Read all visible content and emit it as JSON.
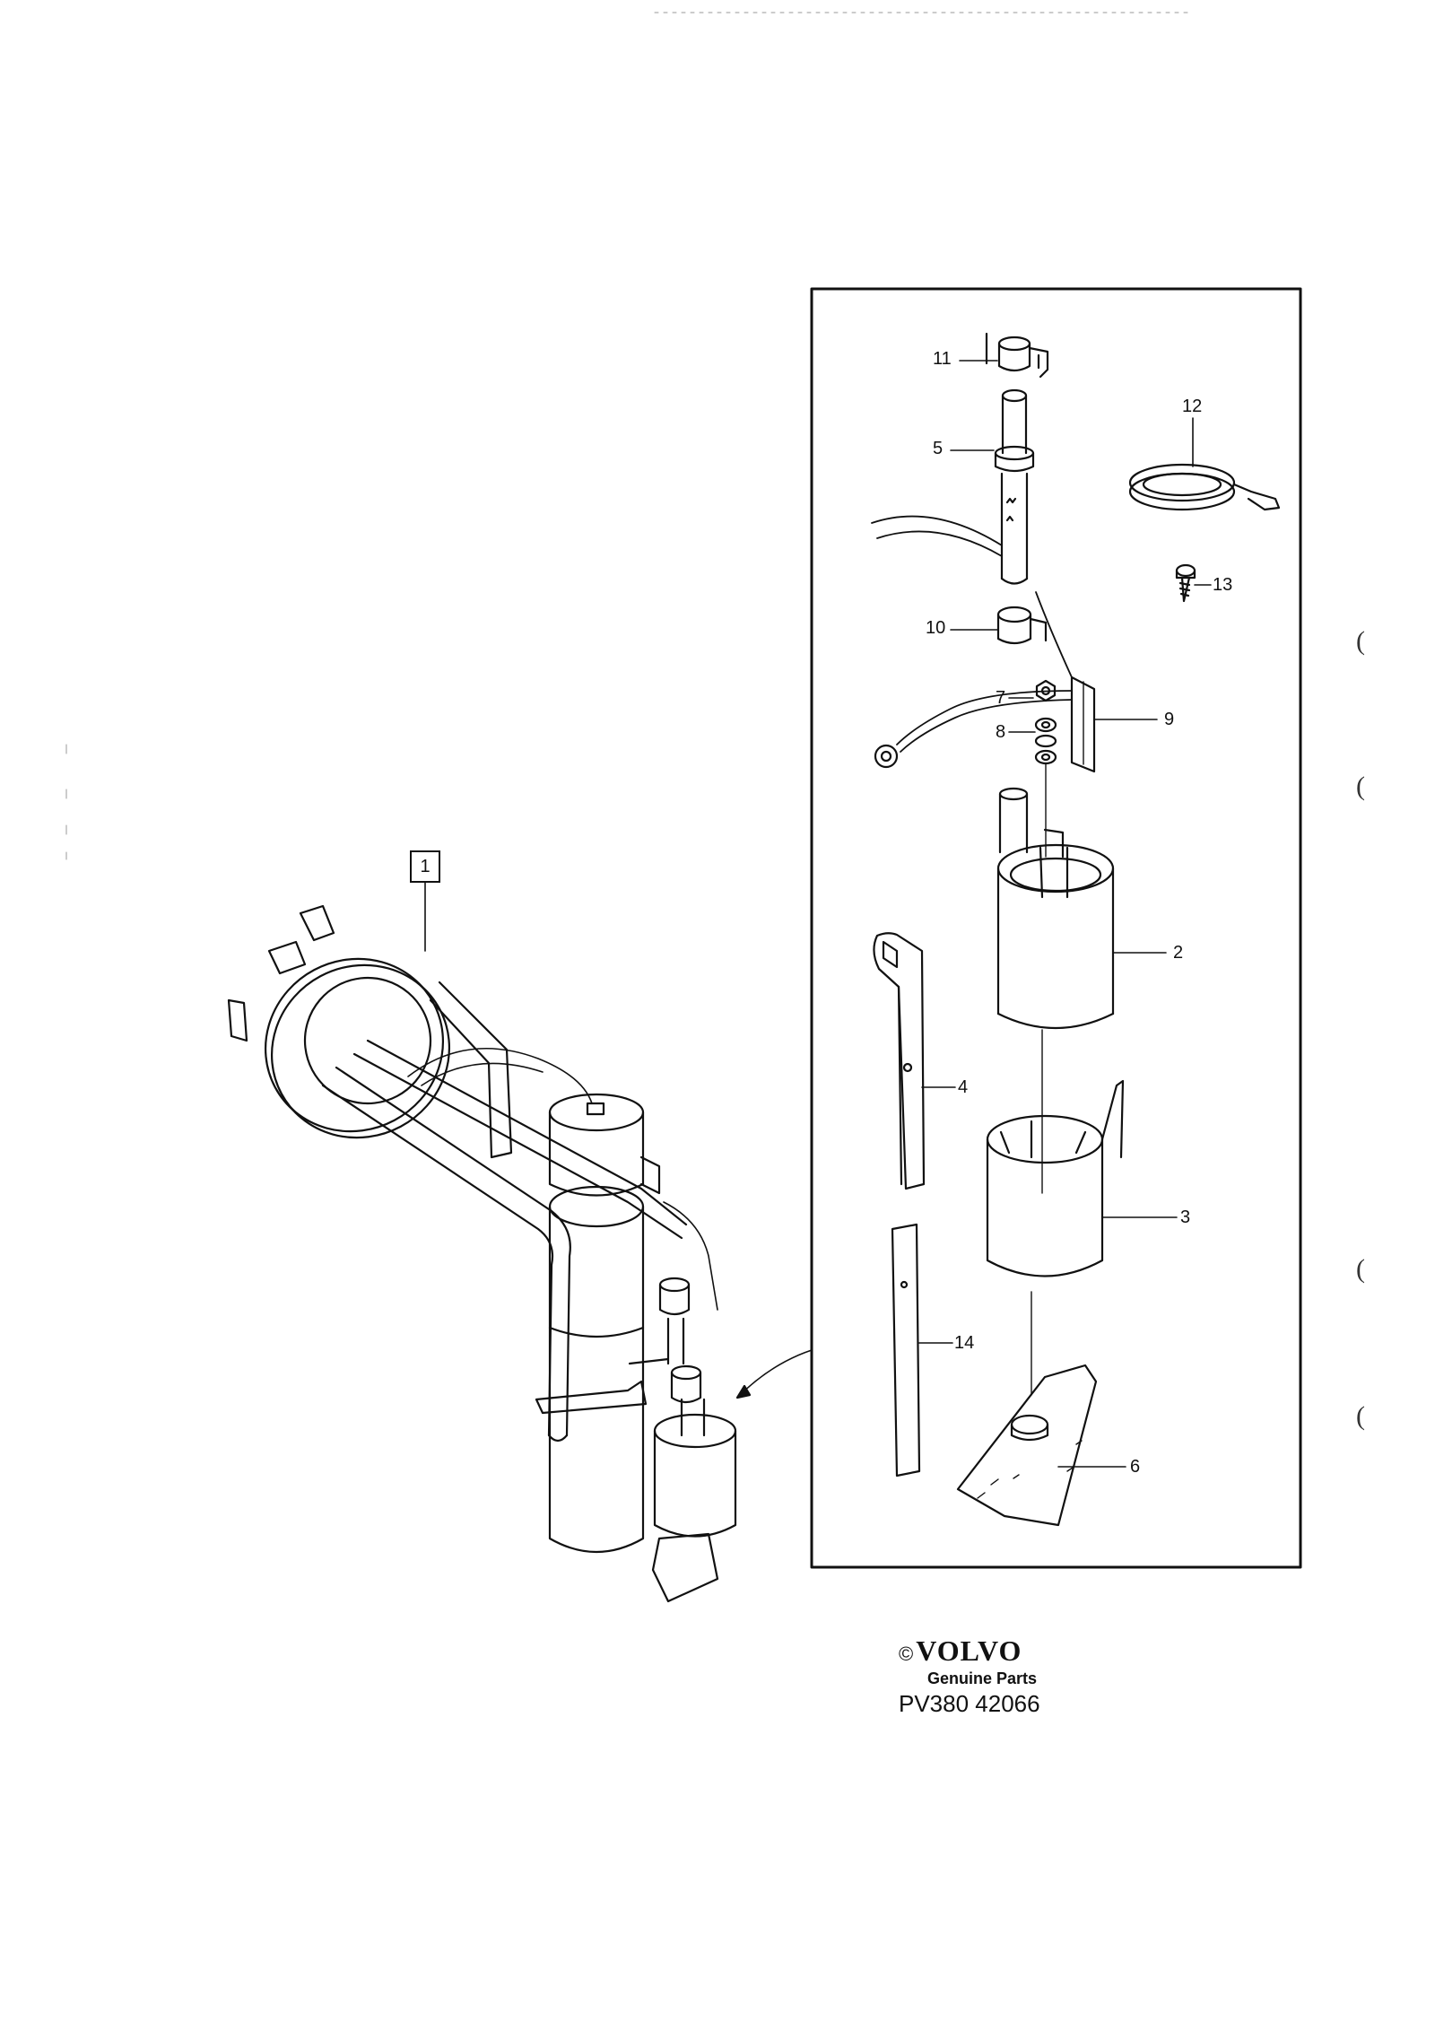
{
  "diagram": {
    "assembly_ref": "1",
    "callouts": {
      "p2": "2",
      "p3": "3",
      "p4": "4",
      "p5": "5",
      "p6": "6",
      "p7": "7",
      "p8": "8",
      "p9": "9",
      "p10": "10",
      "p11": "11",
      "p12": "12",
      "p13": "13",
      "p14": "14"
    },
    "margin_marks": [
      "(",
      "(",
      "(",
      "("
    ]
  },
  "brand": {
    "copyright": "©",
    "logo_text": "VOLVO",
    "tagline": "Genuine Parts",
    "reference": "PV380 42066"
  },
  "colors": {
    "line": "#111111",
    "paper": "#ffffff"
  }
}
